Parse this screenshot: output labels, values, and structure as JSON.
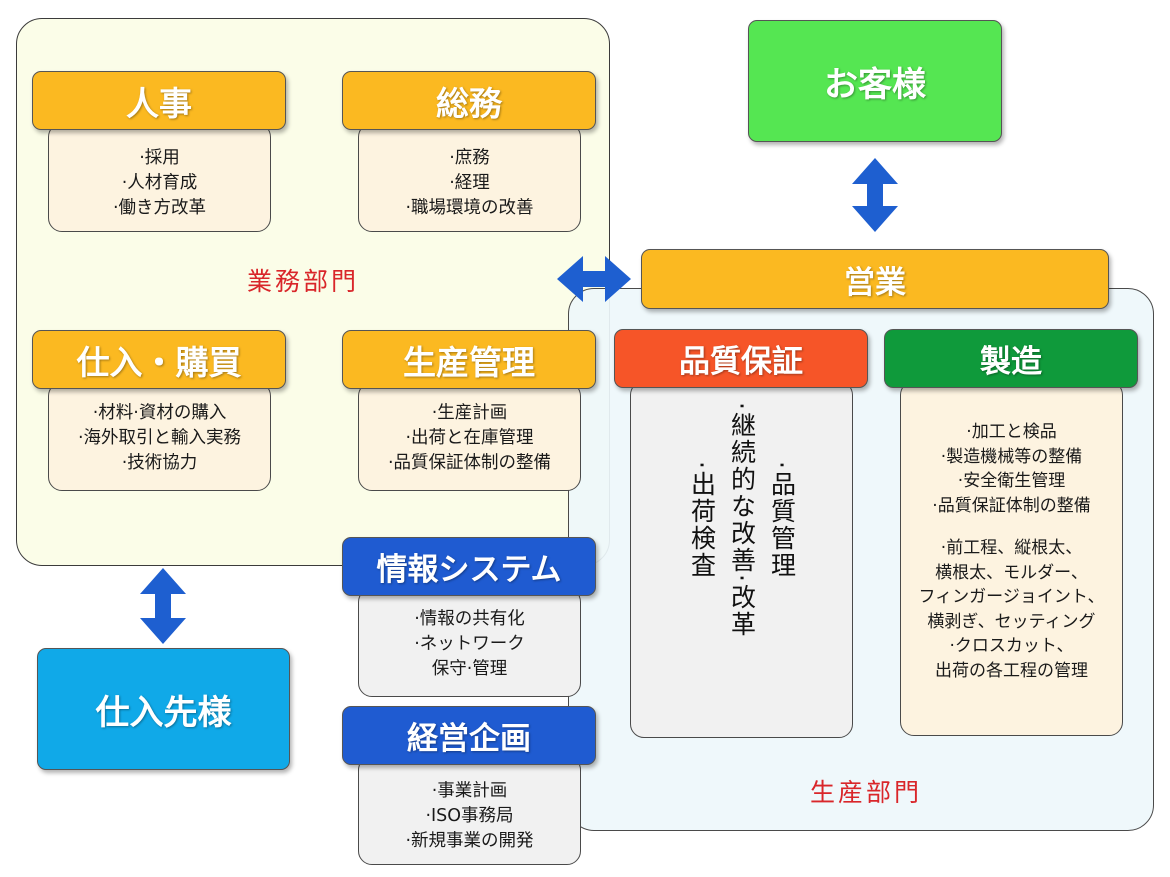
{
  "regions": {
    "business": "業務部門",
    "production": "生産部門"
  },
  "customer": "お客様",
  "supplier": "仕入先様",
  "sales": "営業",
  "hr": {
    "title": "人事",
    "items": [
      "·採用",
      "·人材育成",
      "·働き方改革"
    ]
  },
  "general_affairs": {
    "title": "総務",
    "items": [
      "·庶務",
      "·経理",
      "·職場環境の改善"
    ]
  },
  "purchasing": {
    "title": "仕入・購買",
    "items": [
      "·材料·資材の購入",
      "·海外取引と輸入実務",
      "·技術協力"
    ]
  },
  "production_control": {
    "title": "生産管理",
    "items": [
      "·生産計画",
      "·出荷と在庫管理",
      "·品質保証体制の整備"
    ]
  },
  "info_system": {
    "title": "情報システム",
    "items": [
      "·情報の共有化",
      "·ネットワーク",
      "保守·管理"
    ]
  },
  "planning": {
    "title": "経営企画",
    "items": [
      "·事業計画",
      "·ISO事務局",
      "·新規事業の開発"
    ]
  },
  "quality": {
    "title": "品質保証",
    "items": [
      "·品質管理",
      "·継続的な改善·改革",
      "·出荷検査"
    ]
  },
  "manufacturing": {
    "title": "製造",
    "items": [
      "·加工と検品",
      "·製造機械等の整備",
      "·安全衛生管理",
      "·品質保証体制の整備",
      "",
      "·前工程、縦根太、",
      "横根太、モルダー、",
      "フィンガージョイント、",
      "横剥ぎ、セッティング",
      "·クロスカット、",
      "出荷の各工程の管理"
    ]
  },
  "colors": {
    "orange": "#fbb921",
    "blue": "#1f5bd1",
    "red": "#f65528",
    "green": "#0f9a3b",
    "lime": "#55e652",
    "cyan": "#10a9e8",
    "arrow": "#1e5fd0",
    "region_label": "#d9262a"
  }
}
